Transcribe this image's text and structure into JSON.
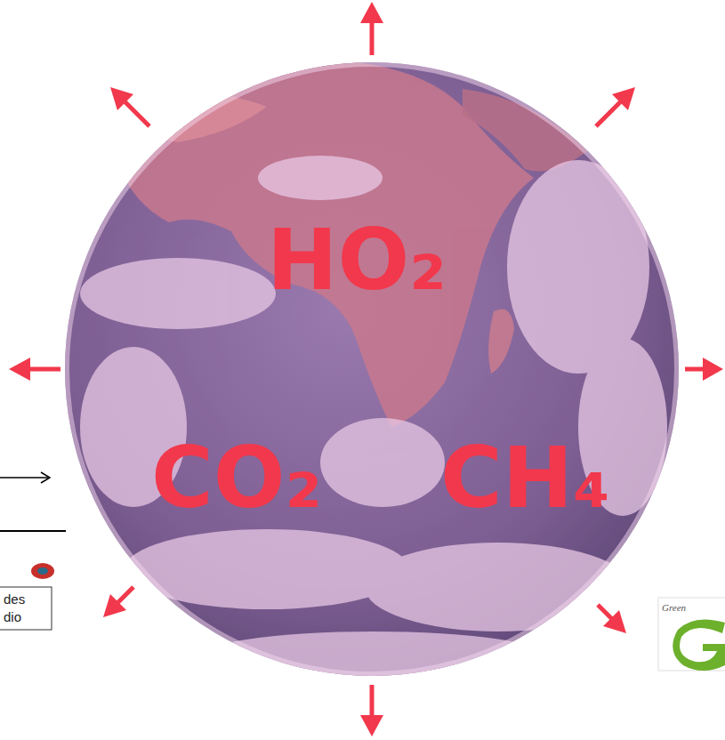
{
  "diagram": {
    "nodes": [
      {
        "text": [
          "HO₂",
          "CO₂",
          "CH₄"
        ]
      }
    ],
    "labels": [
      "des",
      "dio",
      "Green"
    ]
  }
}
